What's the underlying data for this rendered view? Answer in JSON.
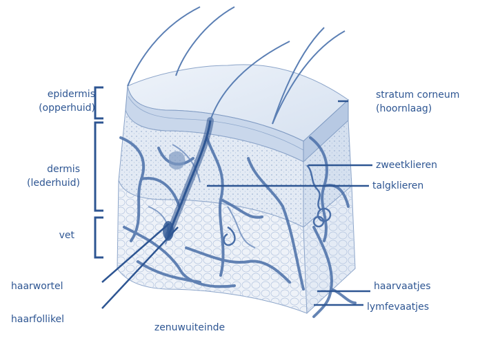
{
  "diagram": {
    "colors": {
      "ink": "#2d5592",
      "skin_fill": "#dbe5f1",
      "skin_fill_dark": "#c3d3e8",
      "vessel": "#4a6fa8",
      "fat": "#e6edf6"
    },
    "labels": {
      "epidermis": "epidermis",
      "epidermis_nl": "(opperhuid)",
      "dermis": "dermis",
      "dermis_nl": "(lederhuid)",
      "vet": "vet",
      "haarwortel": "haarwortel",
      "haarfollikel": "haarfollikel",
      "zenuwuiteinde": "zenuwuiteinde",
      "stratum_corneum": "stratum corneum",
      "stratum_corneum_nl": "(hoornlaag)",
      "zweetklieren": "zweetklieren",
      "talgklieren": "talgklieren",
      "haarvaatjes": "haarvaatjes",
      "lymfevaatjes": "lymfevaatjes"
    }
  }
}
